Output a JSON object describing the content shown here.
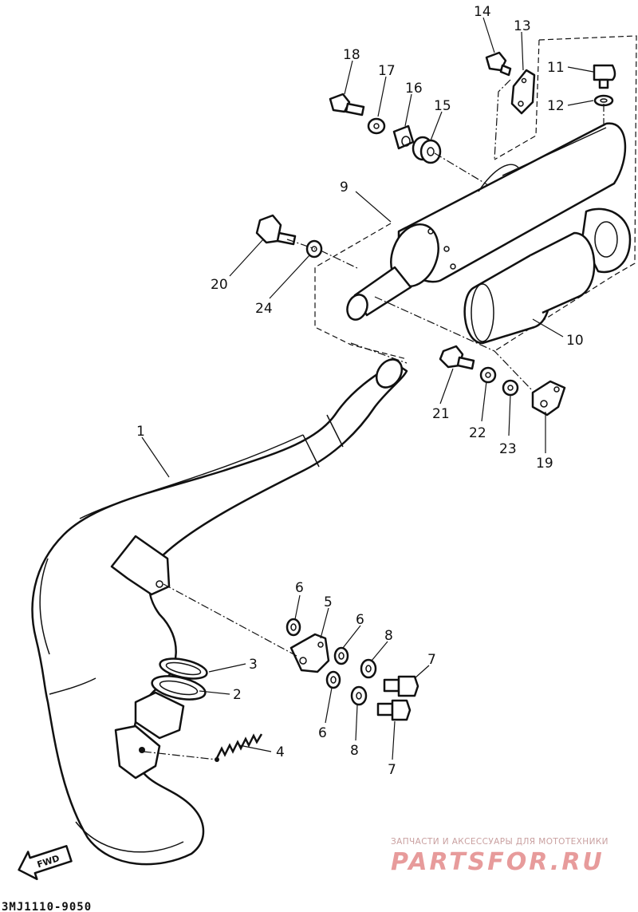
{
  "diagram": {
    "code": "3MJ1110-9050",
    "direction_tag": "FWD",
    "callouts": [
      "1",
      "2",
      "3",
      "4",
      "5",
      "6",
      "6",
      "6",
      "7",
      "7",
      "8",
      "8",
      "9",
      "10",
      "11",
      "12",
      "13",
      "14",
      "15",
      "16",
      "17",
      "18",
      "19",
      "20",
      "21",
      "22",
      "23",
      "24"
    ]
  },
  "watermark": {
    "line1": "ЗАПЧАСТИ И АКСЕССУАРЫ ДЛЯ МОТОТЕХНИКИ",
    "line2": "PARTSFOR.RU",
    "color": "#e79b9b"
  }
}
